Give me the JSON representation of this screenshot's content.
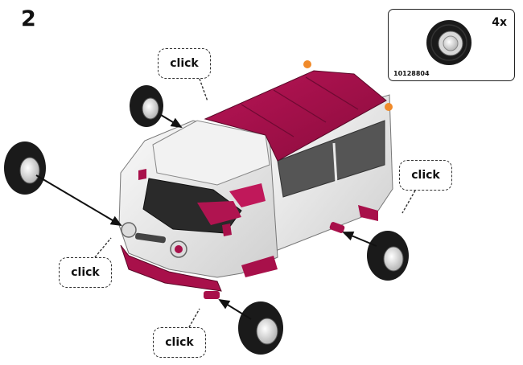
{
  "step": {
    "number": "2"
  },
  "parts": {
    "quantity": "4x",
    "part_code": "10128804",
    "part": "wheel-icon"
  },
  "callouts": {
    "top": "click",
    "right": "click",
    "left": "click",
    "bottom": "click"
  },
  "colors": {
    "body_white": "#eeeeee",
    "roof_magenta": "#a8104a",
    "tire_black": "#1a1a1a",
    "indicator_orange": "#f08a2a"
  }
}
